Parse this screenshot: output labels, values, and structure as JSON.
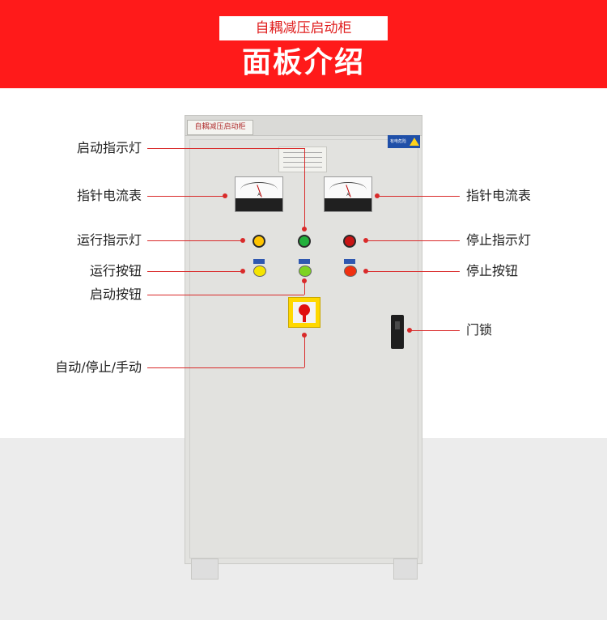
{
  "header": {
    "product_name": "自耦减压启动柜",
    "section_title": "面板介绍"
  },
  "cabinet": {
    "nameplate": "自耦减压启动柜",
    "warning_sticker": "有电危险"
  },
  "labels": {
    "start_indicator": "启动指示灯",
    "ammeter_left": "指针电流表",
    "ammeter_right": "指针电流表",
    "run_indicator": "运行指示灯",
    "stop_indicator": "停止指示灯",
    "run_button": "运行按钮",
    "stop_button": "停止按钮",
    "start_button": "启动按钮",
    "door_lock": "门锁",
    "mode_selector": "自动/停止/手动"
  },
  "colors": {
    "banner": "#ff1a1a",
    "callout_line": "#d92a2a",
    "run_lamp": "#ffc400",
    "start_lamp": "#22b03c",
    "stop_lamp": "#c81414"
  },
  "icons": {
    "meter": "ammeter-icon",
    "lamp": "indicator-lamp-icon",
    "button": "push-button-icon",
    "selector": "rotary-switch-icon",
    "lock": "door-lock-icon"
  }
}
